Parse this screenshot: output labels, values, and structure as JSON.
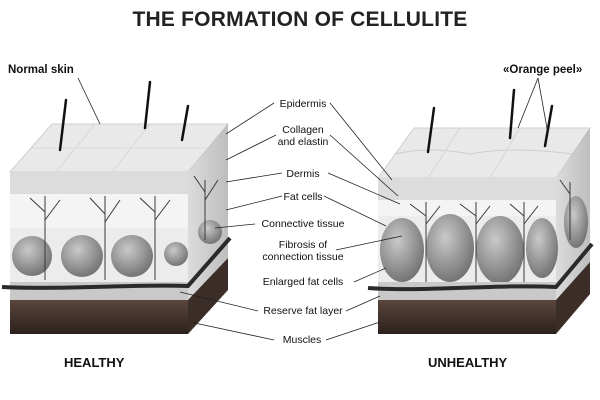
{
  "title": "THE FORMATION OF CELLULITE",
  "top_labels": {
    "left": "Normal skin",
    "right": "«Orange peel»"
  },
  "labels": {
    "epidermis": "Epidermis",
    "collagen_1": "Collagen",
    "collagen_2": "and elastin",
    "dermis": "Dermis",
    "fat_cells": "Fat cells",
    "connective": "Connective tissue",
    "fibrosis_1": "Fibrosis of",
    "fibrosis_2": "connection tissue",
    "enlarged": "Enlarged fat cells",
    "reserve": "Reserve fat layer",
    "muscles": "Muscles"
  },
  "bottom_labels": {
    "left": "HEALTHY",
    "right": "UNHEALTHY"
  },
  "colors": {
    "title": "#222222",
    "epidermis": "#e6e6e6",
    "dermis": "#f2f2f2",
    "fat": "#8e8e8e",
    "muscle": "#4a3a33",
    "fiber": "#333333"
  }
}
